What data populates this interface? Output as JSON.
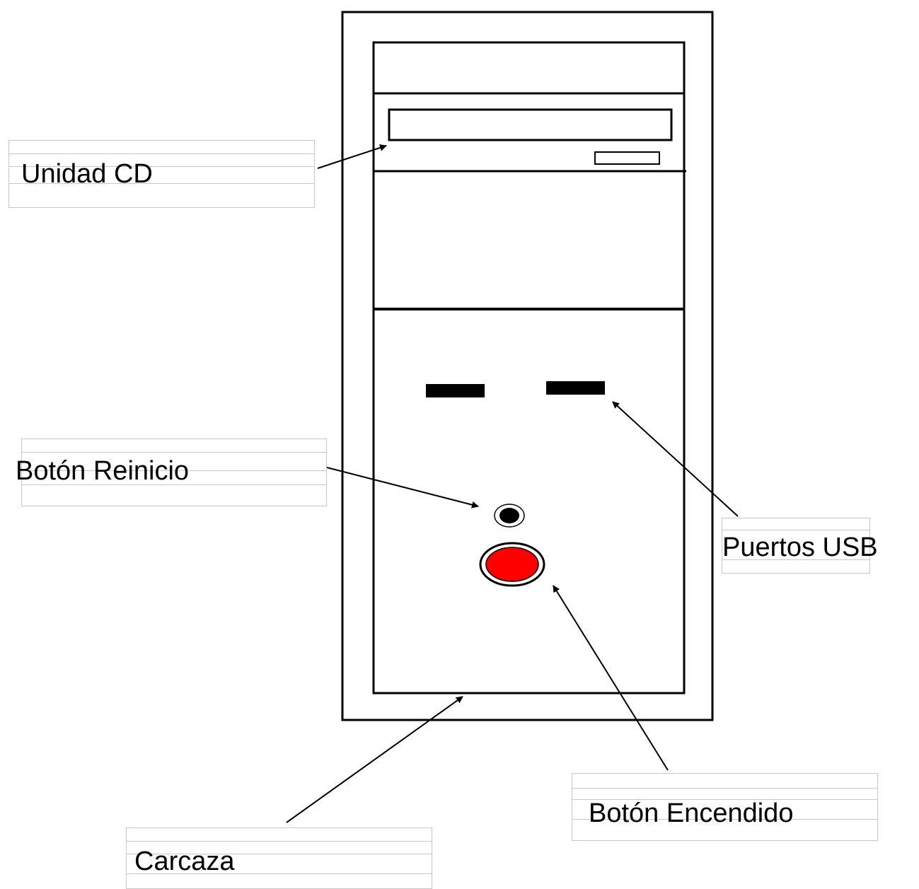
{
  "labels": {
    "cd_drive": "Unidad CD",
    "reset_button": "Botón Reinicio",
    "usb_ports": "Puertos USB",
    "power_button": "Botón Encendido",
    "case": "Carcaza"
  },
  "colors": {
    "line": "#000000",
    "power_button": "#ff0000",
    "reset_button": "#000000",
    "label_border": "#c8c8c8",
    "background": "#ffffff"
  }
}
